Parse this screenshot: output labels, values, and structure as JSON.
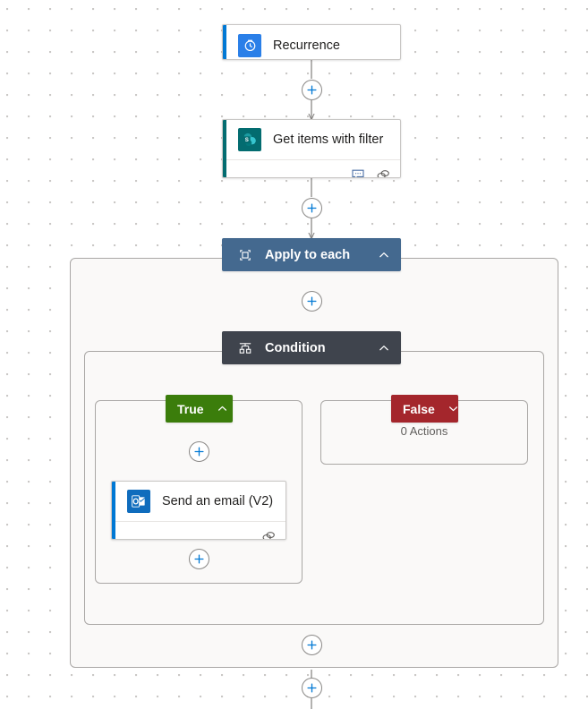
{
  "app": {
    "name": "power-automate-flow-designer",
    "canvas_background": "#ffffff",
    "grid_dot_color": "#c8c6c4"
  },
  "colors": {
    "accent_blue": "#0078d4",
    "trigger_stripe": "#0078d4",
    "sharepoint": "#036c70",
    "outlook": "#0f6cbd",
    "foreach_header": "#44698f",
    "condition_header": "#3f444d",
    "true_branch": "#3b7d0b",
    "false_branch": "#a4262c",
    "scope_fill": "#faf9f8",
    "scope_border": "#a9a7a5",
    "connector": "#8a8886"
  },
  "nodes": {
    "recurrence": {
      "title": "Recurrence",
      "icon": "clock-icon",
      "icon_color": "#2a7fe8",
      "stripe_color": "#0078d4",
      "type": "trigger",
      "has_footer": false
    },
    "get_items": {
      "title": "Get items with filter",
      "icon": "sharepoint-icon",
      "icon_color": "#036c70",
      "stripe_color": "#036c70",
      "type": "action",
      "has_footer": true,
      "footer_icons": [
        "comment-icon",
        "peek-code-icon"
      ]
    },
    "apply_to_each": {
      "title": "Apply to each",
      "icon": "foreach-loop-icon",
      "header_color": "#44698f",
      "expanded": true,
      "chevron": "chevron-up-icon"
    },
    "condition": {
      "title": "Condition",
      "icon": "condition-branch-icon",
      "header_color": "#3f444d",
      "expanded": true,
      "chevron": "chevron-up-icon"
    },
    "true_branch": {
      "title": "True",
      "color": "#3b7d0b",
      "expanded": true,
      "chevron": "chevron-up-icon"
    },
    "false_branch": {
      "title": "False",
      "color": "#a4262c",
      "expanded": false,
      "chevron": "chevron-down-icon",
      "empty_label": "0 Actions"
    },
    "send_email": {
      "title": "Send an email (V2)",
      "icon": "outlook-icon",
      "icon_color": "#0f6cbd",
      "stripe_color": "#0078d4",
      "type": "action",
      "has_footer": true,
      "footer_icons": [
        "peek-code-icon"
      ]
    }
  },
  "insert_buttons": [
    {
      "id": "after-recurrence",
      "label": "+"
    },
    {
      "id": "after-get-items",
      "label": "+"
    },
    {
      "id": "inside-apply-to-each-top",
      "label": "+"
    },
    {
      "id": "true-branch-top",
      "label": "+"
    },
    {
      "id": "true-branch-bottom",
      "label": "+"
    },
    {
      "id": "apply-to-each-bottom",
      "label": "+"
    },
    {
      "id": "flow-bottom",
      "label": "+"
    }
  ]
}
